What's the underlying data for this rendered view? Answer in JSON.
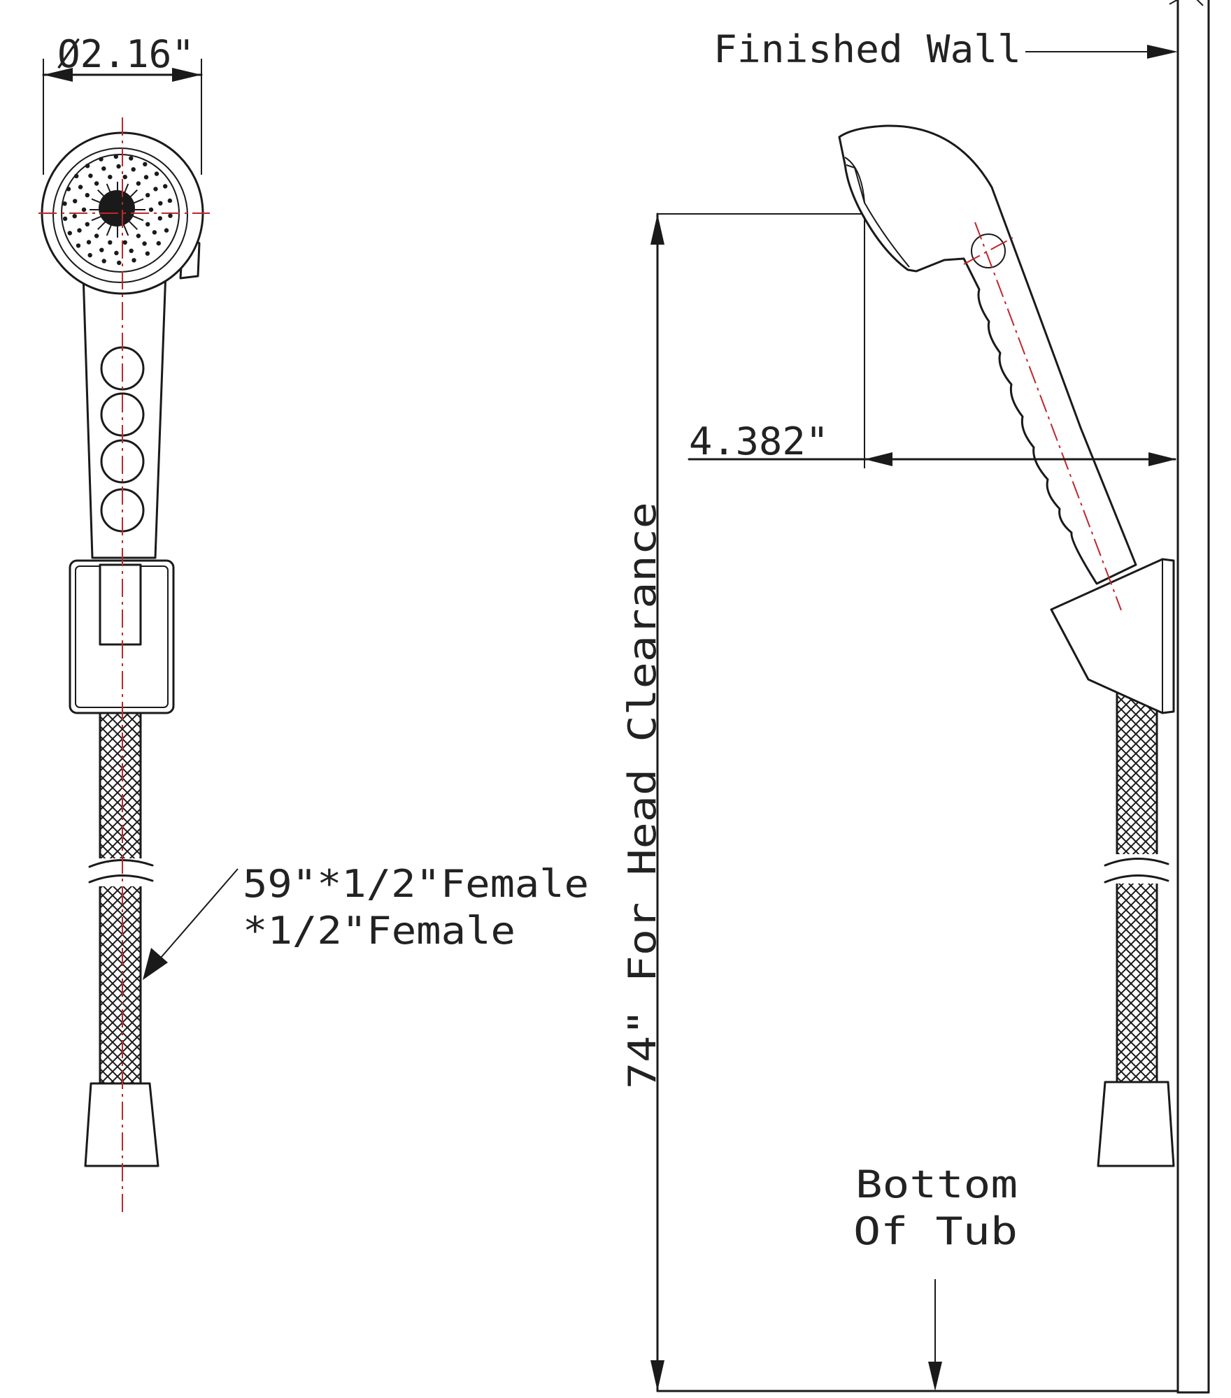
{
  "labels": {
    "diameter": "Ø2.16\"",
    "finished_wall": "Finished Wall",
    "offset": "4.382\"",
    "head_clearance": "74\" For Head Clearance",
    "hose_line1": "59\"*1/2\"Female",
    "hose_line2": "*1/2\"Female",
    "bottom_line1": "Bottom",
    "bottom_line2": "Of Tub"
  },
  "colors": {
    "line": "#1a1a1a",
    "centerline": "#c0262c",
    "text": "#222222",
    "background": "#ffffff"
  }
}
